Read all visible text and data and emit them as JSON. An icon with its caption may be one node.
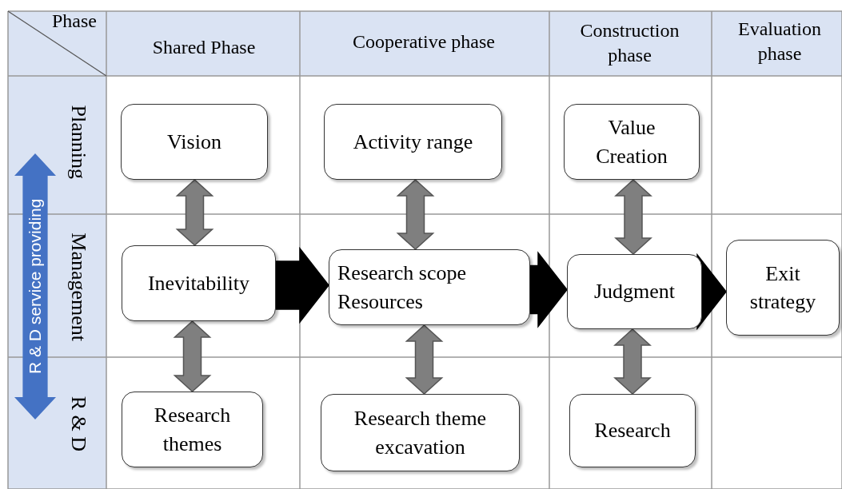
{
  "diagram": {
    "nodes": [
      {
        "text": [
          "Vision"
        ]
      },
      {
        "text": [
          "Activity range"
        ]
      },
      {
        "text": [
          "Value Creation"
        ]
      },
      {
        "text": [
          "Inevitability"
        ]
      },
      {
        "text": [
          "Research scope Resources"
        ]
      },
      {
        "text": [
          "Judgment"
        ]
      },
      {
        "text": [
          "Exit strategy"
        ]
      },
      {
        "text": [
          "Research themes"
        ]
      },
      {
        "text": [
          "Research theme excavation"
        ]
      },
      {
        "text": [
          "Research"
        ]
      },
      {
        "text": [
          "R & D service providing"
        ]
      }
    ],
    "edges": [
      {
        "from": 0,
        "to": 3,
        "arrow": "both"
      },
      {
        "from": 3,
        "to": 7,
        "arrow": "both"
      },
      {
        "from": 1,
        "to": 4,
        "arrow": "both"
      },
      {
        "from": 4,
        "to": 8,
        "arrow": "both"
      },
      {
        "from": 2,
        "to": 5,
        "arrow": "both"
      },
      {
        "from": 5,
        "to": 9,
        "arrow": "both"
      },
      {
        "from": 3,
        "to": 4,
        "arrow": "to",
        "style": "thick",
        "color": "#000000"
      },
      {
        "from": 4,
        "to": 5,
        "arrow": "to",
        "style": "thick",
        "color": "#000000"
      },
      {
        "from": 5,
        "to": 6,
        "arrow": "to",
        "style": "thick",
        "color": "#000000"
      }
    ],
    "labels": [
      "Phase",
      "Shared Phase",
      "Cooperative phase",
      "Construction phase",
      "Evaluation phase",
      "Planning",
      "Management",
      "R & D"
    ]
  }
}
